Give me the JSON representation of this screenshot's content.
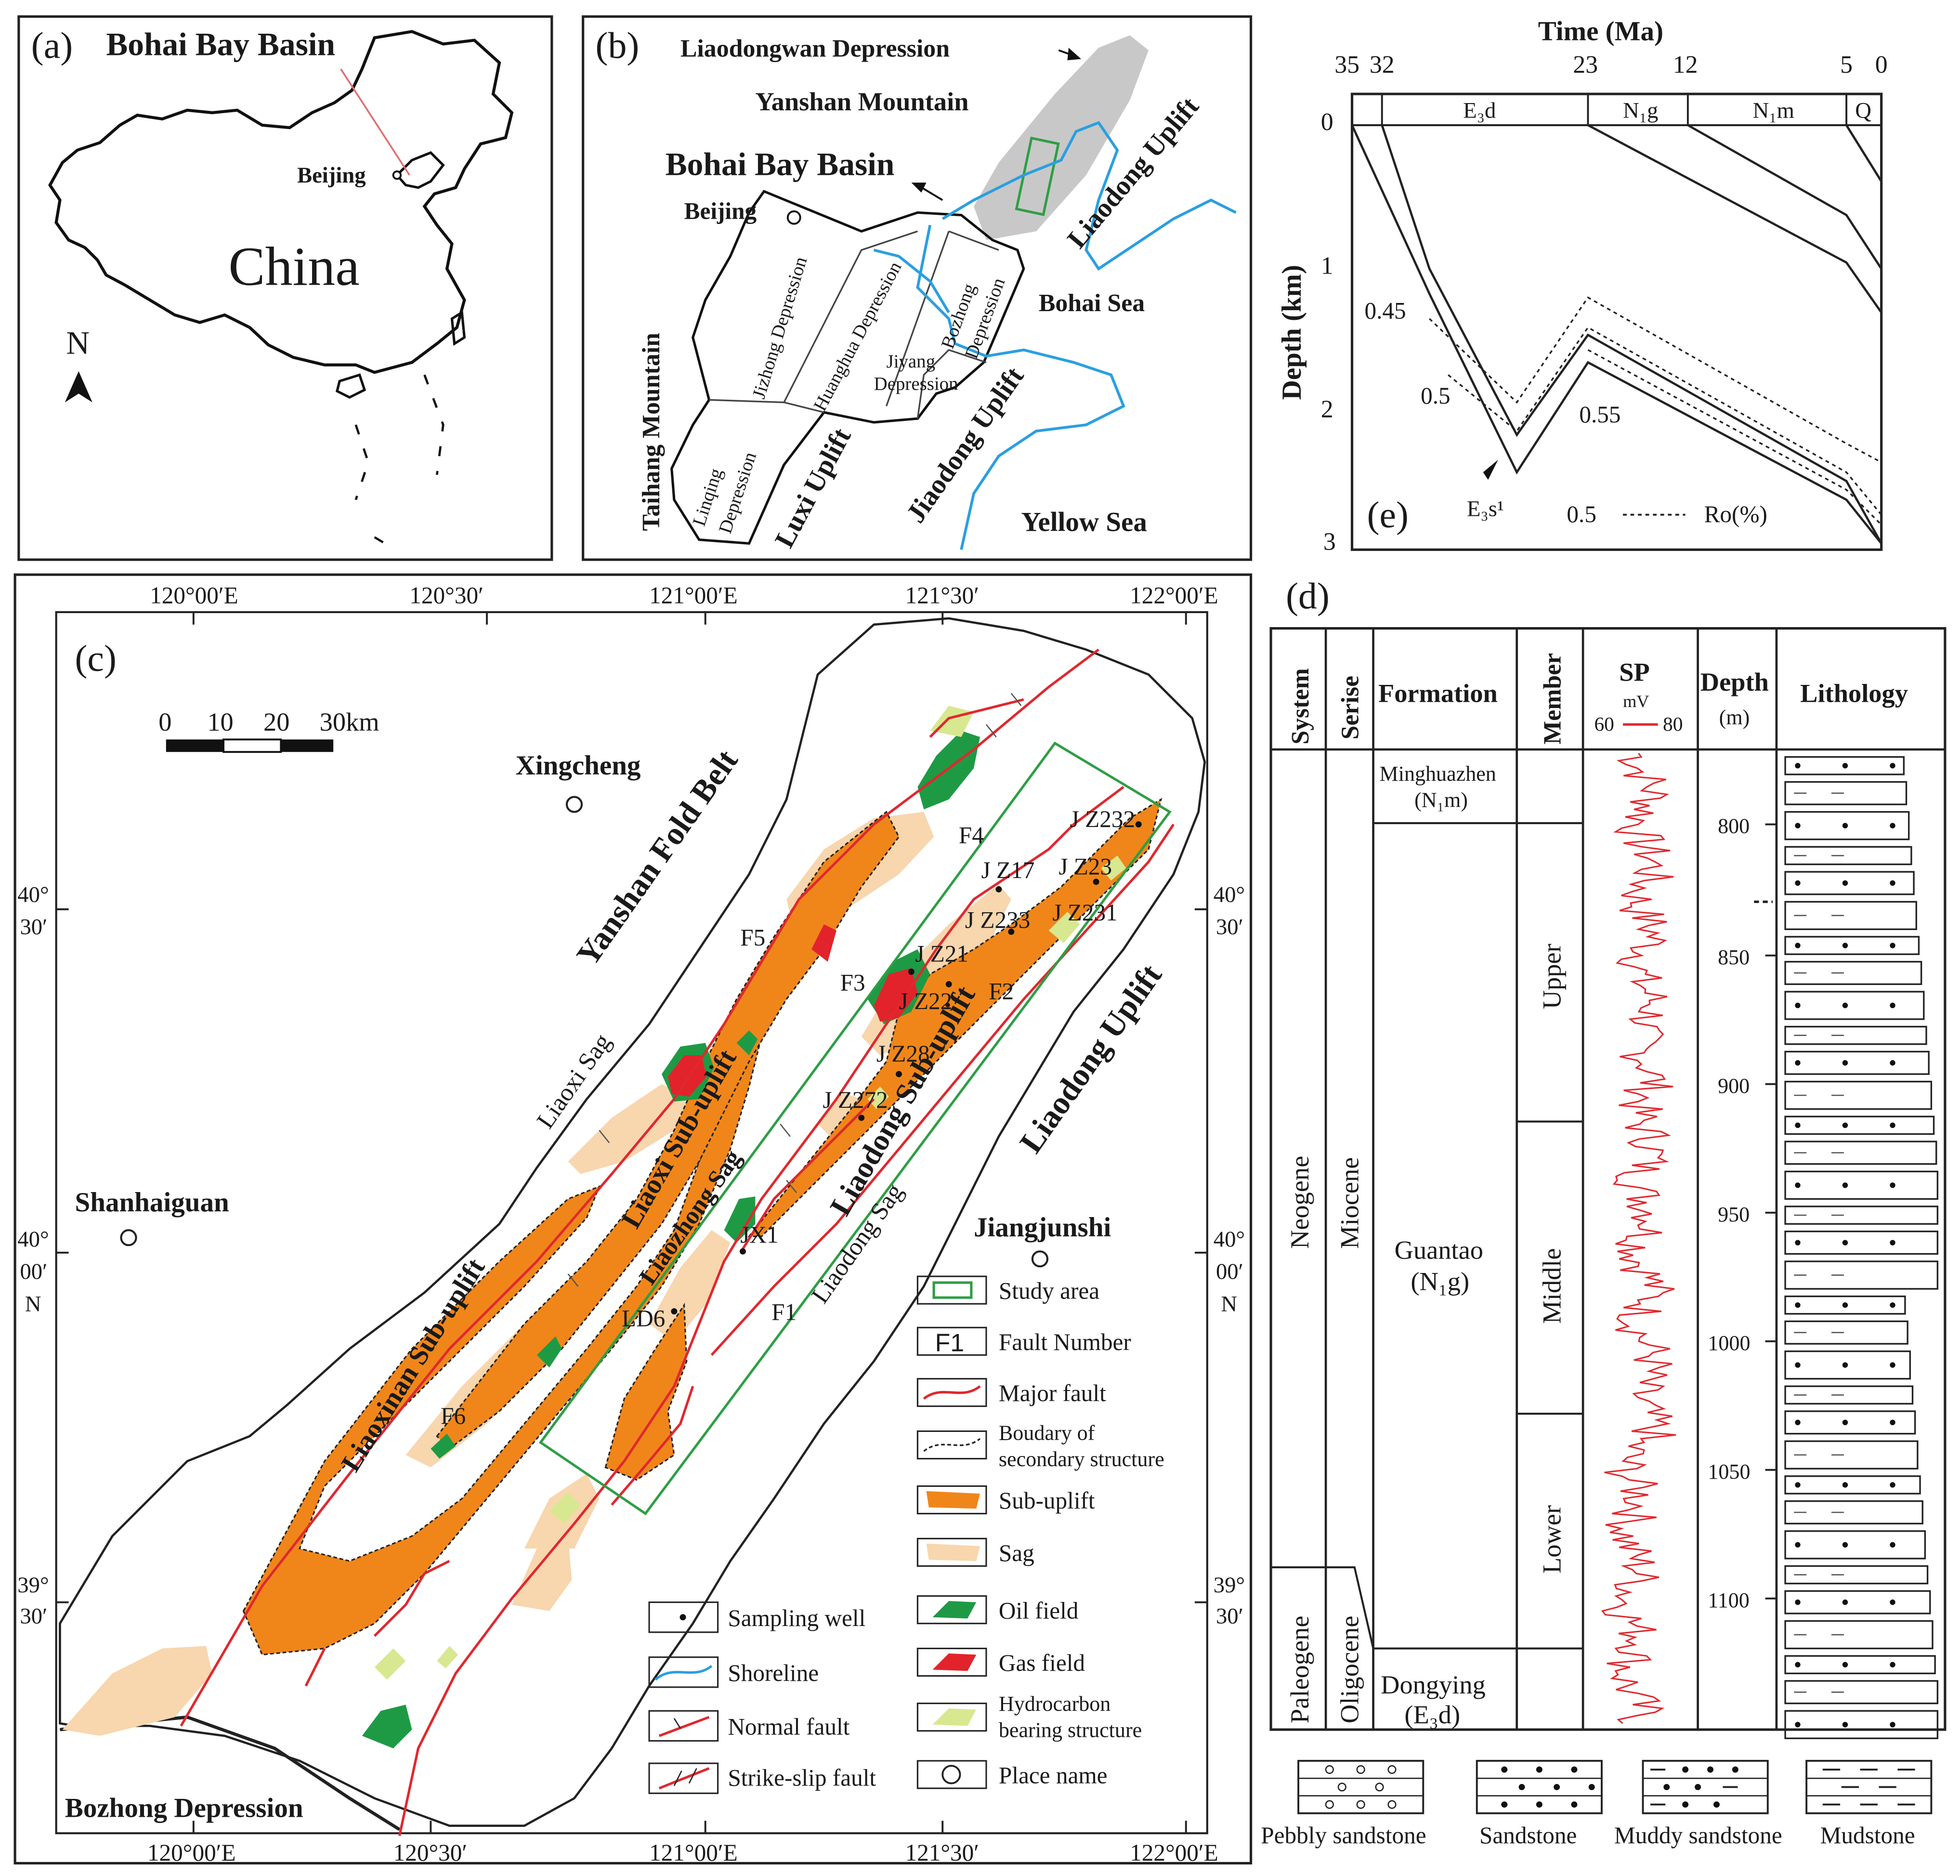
{
  "colors": {
    "sub_uplift": "#f0861a",
    "sag": "#f8d6ae",
    "oil_field": "#1e9a45",
    "gas_field": "#e2232b",
    "hydrocarbon": "#d8e890",
    "shoreline": "#2a9fe0",
    "fault": "#e0282e",
    "study_area": "#2e9e45",
    "depression_gray": "#c8c8c8",
    "sp_curve": "#e0282e"
  },
  "panel_a": {
    "label": "(a)",
    "title": "Bohai Bay Basin",
    "city": "Beijing",
    "country": "China",
    "north": "N"
  },
  "panel_b": {
    "label": "(b)",
    "labels": {
      "liaodongwan": "Liaodongwan Depression",
      "yanshan": "Yanshan Mountain",
      "bohai_basin": "Bohai Bay Basin",
      "beijing": "Beijing",
      "liaodong_uplift": "Liaodong Uplift",
      "taihang": "Taihang Mountain",
      "jizhong": "Jizhong Depression",
      "huanghua": "Huanghua Depression",
      "bozhong_1": "Bozhong",
      "bozhong_2": "Depression",
      "bohai_sea": "Bohai Sea",
      "jiyang_1": "Jiyang",
      "jiyang_2": "Depression",
      "linqing_1": "Linqing",
      "linqing_2": "Depression",
      "luxi": "Luxi Uplift",
      "jiaodong": "Jiaodong Uplift",
      "yellow_sea": "Yellow Sea"
    }
  },
  "panel_e": {
    "label": "(e)",
    "time_title": "Time (Ma)",
    "time_ticks": [
      "35",
      "32",
      "23",
      "12",
      "5",
      "0"
    ],
    "units": [
      "E₃d",
      "N₁g",
      "N₁m",
      "Q"
    ],
    "depth_title": "Depth (km)",
    "depth_ticks": [
      "0",
      "1",
      "2",
      "3"
    ],
    "ro_labels": [
      "0.45",
      "0.5",
      "0.55"
    ],
    "bottom_unit": "E₃s¹",
    "legend_value": "0.5",
    "legend_text": "Ro(%)"
  },
  "panel_c": {
    "label": "(c)",
    "lon_ticks": [
      "120°00′E",
      "120°30′",
      "121°00′E",
      "121°30′",
      "122°00′E"
    ],
    "lat_ticks_left": [
      {
        "deg": "40°",
        "min": "30′",
        "n": ""
      },
      {
        "deg": "40°",
        "min": "00′",
        "n": "N"
      },
      {
        "deg": "39°",
        "min": "30′",
        "n": ""
      }
    ],
    "lat_ticks_right": [
      {
        "deg": "40°",
        "min": "30′",
        "n": ""
      },
      {
        "deg": "40°",
        "min": "00′",
        "n": "N"
      },
      {
        "deg": "39°",
        "min": "30′",
        "n": ""
      }
    ],
    "scale_labels": [
      "0",
      "10",
      "20",
      "30km"
    ],
    "places": {
      "xingcheng": "Xingcheng",
      "shanhaiguan": "Shanhaiguan",
      "jiangjunshi": "Jiangjunshi",
      "bozhong": "Bozhong Depression"
    },
    "structures": {
      "yanshan_fold": "Yanshan Fold Belt",
      "liaoxi_sag": "Liaoxi Sag",
      "liaoxi_sub": "Liaoxi Sub-uplift",
      "liaozhong_sag": "Liaozhong Sag",
      "liaodong_sub": "Liaodong Sub-uplift",
      "liaodong_sag": "Liaodong Sag",
      "liaodong_uplift": "Liaodong Uplift",
      "liaoxinan_sub": "Liaoxinan Sub-uplift"
    },
    "faults": [
      "F1",
      "F2",
      "F3",
      "F4",
      "F5",
      "F6"
    ],
    "wells": [
      "J Z232",
      "J Z23",
      "J Z17",
      "J Z233",
      "J Z231",
      "J Z21",
      "J Z22",
      "J Z28",
      "J Z272",
      "JX1",
      "LD6"
    ],
    "legend": {
      "study_area": "Study area",
      "fault_number_box": "F1",
      "fault_number": "Fault Number",
      "major_fault": "Major fault",
      "boundary_1": "Boudary of",
      "boundary_2": "secondary structure",
      "sub_uplift": "Sub-uplift",
      "sag": "Sag",
      "sampling_well": "Sampling well",
      "oil_field": "Oil field",
      "shoreline": "Shoreline",
      "gas_field": "Gas field",
      "normal_fault": "Normal fault",
      "hydrocarbon_1": "Hydrocarbon",
      "hydrocarbon_2": "bearing structure",
      "strike_slip": "Strike-slip fault",
      "place_name": "Place name"
    }
  },
  "panel_d": {
    "label": "(d)",
    "headers": {
      "system": "System",
      "series": "Serise",
      "formation": "Formation",
      "member": "Member",
      "sp": "SP",
      "sp_unit": "mV",
      "sp_min": "60",
      "sp_max": "80",
      "depth": "Depth",
      "depth_unit": "(m)",
      "lithology": "Lithology"
    },
    "systems": [
      "Neogene",
      "Paleogene"
    ],
    "series": [
      "Miocene",
      "Oligocene"
    ],
    "formations": [
      {
        "name": "Minghuazhen",
        "code": "(N₁m)"
      },
      {
        "name": "Guantao",
        "code": "(N₁g)"
      },
      {
        "name": "Dongying",
        "code": "(E₃d)"
      }
    ],
    "members": [
      "Upper",
      "Middle",
      "Lower"
    ],
    "depth_ticks": [
      "800",
      "850",
      "900",
      "950",
      "1000",
      "1050",
      "1100"
    ],
    "lith_legend": [
      "Pebbly sandstone",
      "Sandstone",
      "Muddy sandstone",
      "Mudstone"
    ]
  }
}
